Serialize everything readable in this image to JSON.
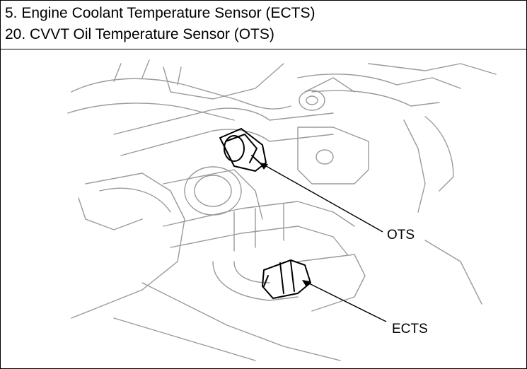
{
  "header": {
    "line1": "5. Engine Coolant Temperature Sensor (ECTS)",
    "line2": "20. CVVT Oil Temperature Sensor (OTS)"
  },
  "diagram": {
    "labels": {
      "ots": "OTS",
      "ects": "ECTS"
    }
  },
  "colors": {
    "line": "#000000",
    "faint_line": "#9a9a9a",
    "background": "#ffffff"
  }
}
